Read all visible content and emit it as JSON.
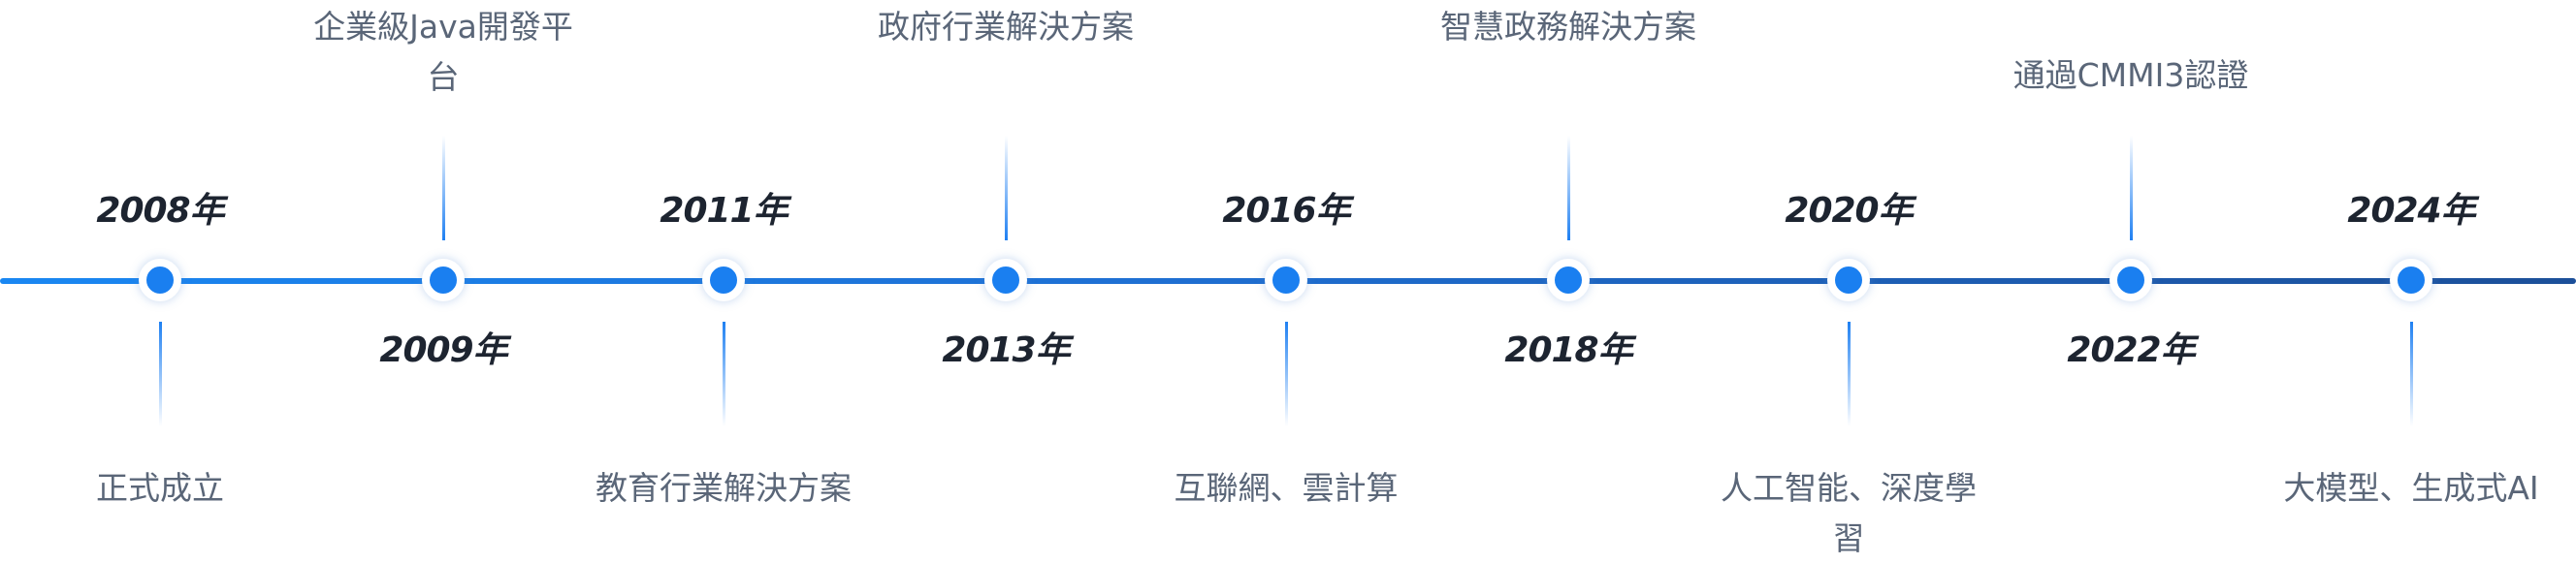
{
  "events": [
    {
      "year": "2008年",
      "label": "正式成立"
    },
    {
      "year": "2009年",
      "label": "企業級Java開發平台"
    },
    {
      "year": "2011年",
      "label": "教育行業解決方案"
    },
    {
      "year": "2013年",
      "label": "政府行業解決方案"
    },
    {
      "year": "2016年",
      "label": "互聯網、雲計算"
    },
    {
      "year": "2018年",
      "label": "智慧政務解決方案"
    },
    {
      "year": "2020年",
      "label": "人工智能、深度學習"
    },
    {
      "year": "2022年",
      "label": "通過CMMI3認證"
    },
    {
      "year": "2024年",
      "label": "大模型、生成式AI"
    }
  ]
}
